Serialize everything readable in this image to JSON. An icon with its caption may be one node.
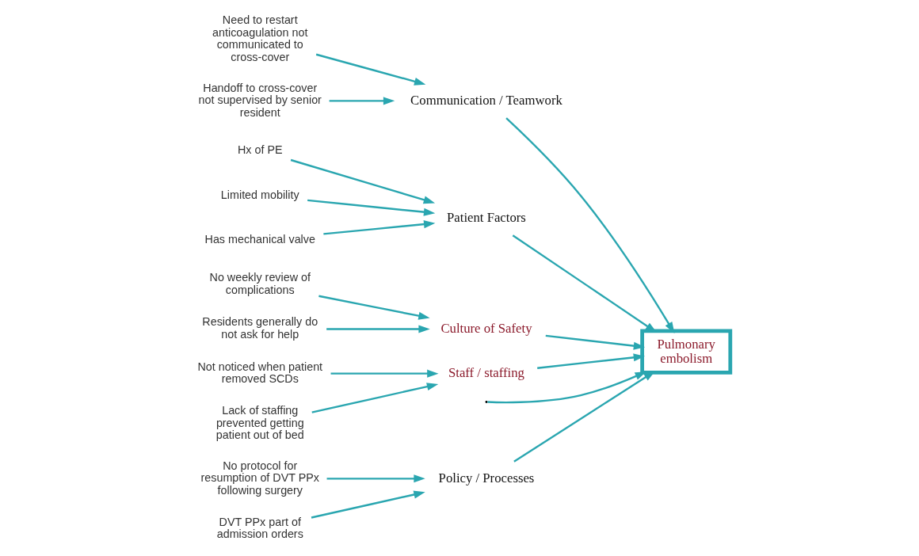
{
  "diagram": {
    "nodes": [
      {
        "text": [
          "Policy / Processes"
        ]
      },
      {
        "text": [
          "Communication / Teamwork"
        ]
      },
      {
        "text": [
          "Patient Factors"
        ]
      },
      {
        "text": [
          "No protocol for resumption of DVT PPx following surgery"
        ]
      },
      {
        "text": [
          "Need to restart anticoagulation not communicated to cross-cover"
        ]
      },
      {
        "text": [
          "Hx of PE"
        ]
      },
      {
        "text": [
          "Limited mobility"
        ]
      },
      {
        "text": [
          "Handoff to cross-cover not supervised by senior resident"
        ]
      },
      {
        "text": [
          "DVT PPx part of admission orders"
        ]
      },
      {
        "text": [
          "Has mechanical valve"
        ]
      },
      {
        "text": [
          "Pulmonary embolism"
        ]
      },
      {
        "text": [
          "Not noticed when patient removed SCDs"
        ]
      },
      {
        "text": [
          "No weekly review of complications"
        ]
      },
      {
        "text": [
          "Residents generally do not ask for help"
        ]
      },
      {
        "text": [
          "Lack of staffing prevented getting patient out of bed"
        ]
      },
      {
        "text": [
          "Culture of Safety"
        ]
      },
      {
        "text": [
          "Staff / staffing"
        ]
      }
    ],
    "edges": [
      {
        "from": 3,
        "to": 0,
        "arrow": "to"
      },
      {
        "from": 8,
        "to": 0,
        "arrow": "to"
      },
      {
        "from": 4,
        "to": 1,
        "arrow": "to"
      },
      {
        "from": 7,
        "to": 1,
        "arrow": "to"
      },
      {
        "from": 5,
        "to": 2,
        "arrow": "to"
      },
      {
        "from": 6,
        "to": 2,
        "arrow": "to"
      },
      {
        "from": 9,
        "to": 2,
        "arrow": "to"
      },
      {
        "from": 12,
        "to": 15,
        "arrow": "to"
      },
      {
        "from": 13,
        "to": 15,
        "arrow": "to"
      },
      {
        "from": 11,
        "to": 16,
        "arrow": "to"
      },
      {
        "from": 14,
        "to": 16,
        "arrow": "to"
      },
      {
        "from": 0,
        "to": 10,
        "arrow": "to"
      },
      {
        "from": 1,
        "to": 10,
        "arrow": "to"
      },
      {
        "from": 2,
        "to": 10,
        "arrow": "to"
      },
      {
        "from": 15,
        "to": 10,
        "arrow": "to"
      },
      {
        "from": 16,
        "to": 10,
        "arrow": "to"
      },
      {
        "from": null,
        "to": 10,
        "arrow": "to"
      }
    ]
  }
}
